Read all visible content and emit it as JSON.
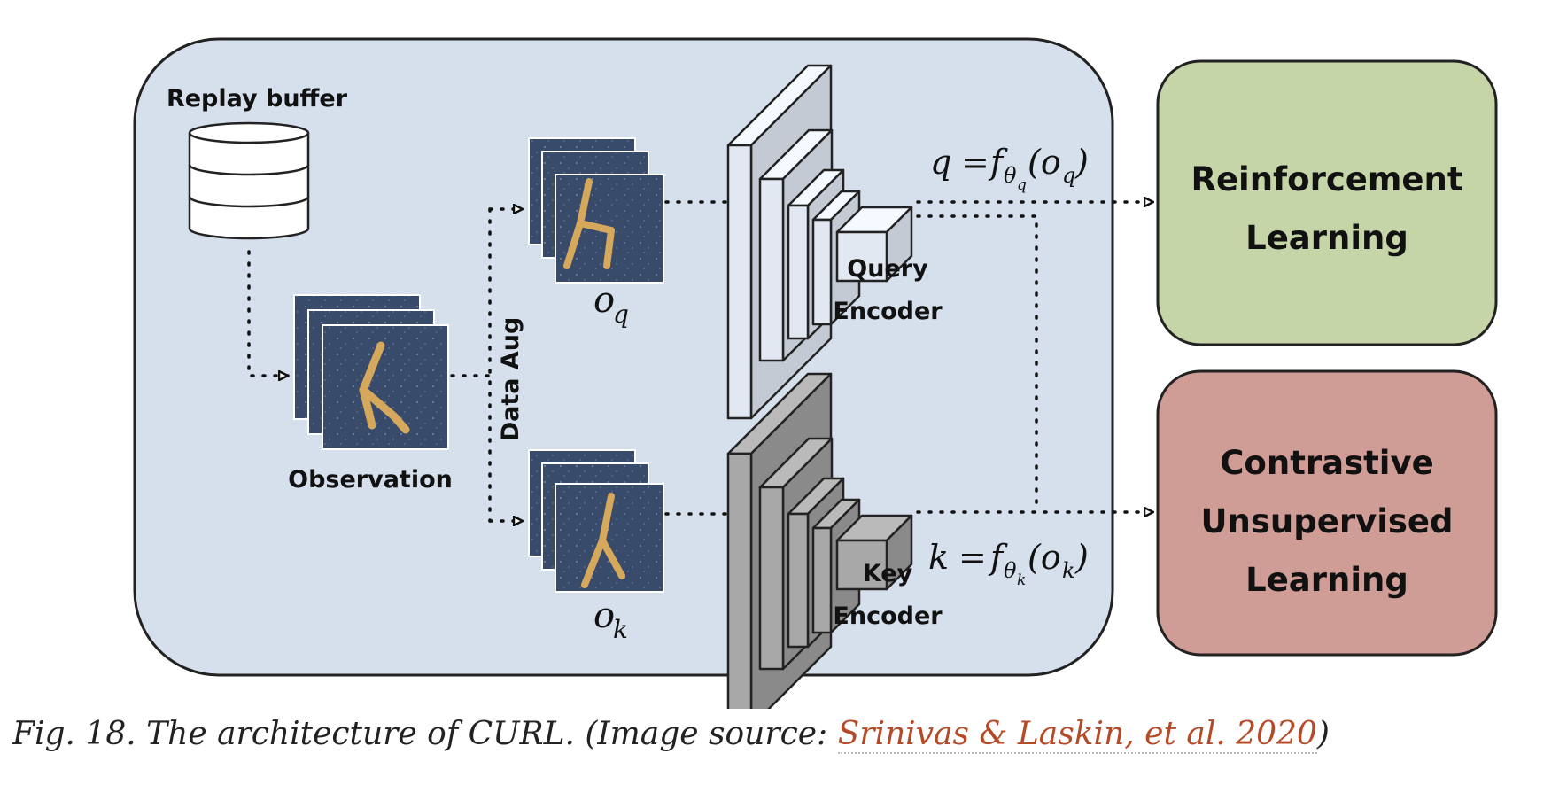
{
  "figure": {
    "replay_buffer_label": "Replay buffer",
    "observation_label": "Observation",
    "data_aug_label": "Data Aug",
    "o_q_label": "o",
    "o_q_sub": "q",
    "o_k_label": "o",
    "o_k_sub": "k",
    "query_encoder_label_1": "Query",
    "query_encoder_label_2": "Encoder",
    "key_encoder_label_1": "Key",
    "key_encoder_label_2": "Encoder",
    "q_formula": {
      "lhs": "q",
      "eq": "=",
      "f": "f",
      "theta": "θ",
      "theta_sub": "q",
      "open": "(o",
      "o_sub": "q",
      "close": ")"
    },
    "k_formula": {
      "lhs": "k",
      "eq": "=",
      "f": "f",
      "theta": "θ",
      "theta_sub": "k",
      "open": "(o",
      "o_sub": "k",
      "close": ")"
    },
    "rl_box": {
      "line1": "Reinforcement",
      "line2": "Learning",
      "fill": "#c5d5a8"
    },
    "cul_box": {
      "line1": "Contrastive",
      "line2": "Unsupervised",
      "line3": "Learning",
      "fill": "#d09c96"
    },
    "panel_fill": "#d6e0ed",
    "query_encoder_color": "#e2e8f2",
    "key_encoder_color": "#a8a8a8"
  },
  "caption": {
    "prefix": "Fig. 18. The architecture of CURL. (Image source: ",
    "link_text": "Srinivas & Laskin, et al. 2020",
    "suffix": ")",
    "link_color": "#b54a26"
  }
}
